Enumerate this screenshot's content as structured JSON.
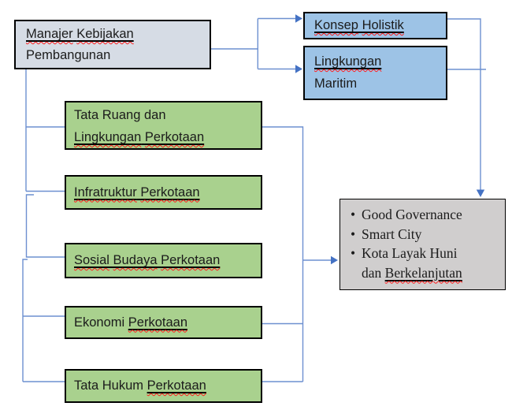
{
  "title": "Diagram kebijakan pembangunan perkotaan",
  "colors": {
    "connector": "#6d90d0",
    "arrow": "#4472c4",
    "box_border": "#000000",
    "gray_blue_fill": "#d6dce5",
    "blue_fill": "#9dc3e6",
    "green_fill": "#a9d18e",
    "gray_fill": "#d0cece",
    "underline": "#000000",
    "squiggle": "#ff1a1a"
  },
  "nodes": {
    "manajer": {
      "label": "Manajer Kebijakan Pembangunan",
      "lines": [
        {
          "segs": [
            {
              "t": "Manajer",
              "u": true,
              "sq": true
            },
            {
              "t": " ",
              "u": true
            },
            {
              "t": "Kebijakan",
              "u": true,
              "sq": true
            }
          ]
        },
        {
          "segs": [
            {
              "t": "Pembangunan"
            }
          ]
        }
      ]
    },
    "konsep": {
      "label": "Konsep Holistik",
      "lines": [
        {
          "segs": [
            {
              "t": "Konsep",
              "u": true,
              "sq": true
            },
            {
              "t": " ",
              "u": true
            },
            {
              "t": "Holistik",
              "u": true,
              "sq": true
            }
          ]
        }
      ]
    },
    "maritim": {
      "label": "Lingkungan Maritim",
      "lines": [
        {
          "segs": [
            {
              "t": "Lingkungan",
              "u": true,
              "sq": true
            }
          ]
        },
        {
          "segs": [
            {
              "t": "Maritim"
            }
          ]
        }
      ]
    },
    "tata_ruang": {
      "label": "Tata Ruang dan Lingkungan Perkotaan",
      "lines": [
        {
          "segs": [
            {
              "t": "Tata Ruang dan"
            }
          ]
        },
        {
          "segs": [
            {
              "t": "Lingkungan",
              "u": true,
              "sq": true
            },
            {
              "t": " ",
              "u": true
            },
            {
              "t": "Perkotaan",
              "u": true,
              "sq": true
            }
          ]
        }
      ]
    },
    "infrastruktur": {
      "label": "Infratruktur Perkotaan",
      "lines": [
        {
          "segs": [
            {
              "t": "Infratruktur",
              "u": true,
              "sq": true
            },
            {
              "t": " ",
              "u": true
            },
            {
              "t": "Perkotaan",
              "u": true,
              "sq": true
            }
          ]
        }
      ]
    },
    "sosial": {
      "label": "Sosial Budaya Perkotaan",
      "lines": [
        {
          "segs": [
            {
              "t": "Sosial",
              "u": true,
              "sq": true
            },
            {
              "t": " ",
              "u": true
            },
            {
              "t": "Budaya",
              "u": true,
              "sq": true
            },
            {
              "t": " ",
              "u": true
            },
            {
              "t": "Perkotaan",
              "u": true,
              "sq": true
            }
          ]
        }
      ]
    },
    "ekonomi": {
      "label": "Ekonomi Perkotaan",
      "lines": [
        {
          "segs": [
            {
              "t": "Ekonomi "
            },
            {
              "t": "Perkotaan",
              "u": true,
              "sq": true
            }
          ]
        }
      ]
    },
    "hukum": {
      "label": "Tata Hukum Perkotaan",
      "lines": [
        {
          "segs": [
            {
              "t": "Tata Hukum "
            },
            {
              "t": "Perkotaan",
              "u": true,
              "sq": true
            }
          ]
        }
      ]
    },
    "hasil": {
      "label": "Good Governance / Smart City / Kota Layak Huni dan Berkelanjutan",
      "lines": [
        {
          "bullet": "•",
          "segs": [
            {
              "t": "Good Governance"
            }
          ]
        },
        {
          "bullet": "•",
          "segs": [
            {
              "t": "Smart City"
            }
          ]
        },
        {
          "bullet": "•",
          "segs": [
            {
              "t": "Kota Layak Huni"
            }
          ]
        },
        {
          "segs": [
            {
              "t": "dan "
            },
            {
              "t": "Berkelanjutan",
              "u": true,
              "sq": true
            }
          ]
        }
      ]
    }
  }
}
